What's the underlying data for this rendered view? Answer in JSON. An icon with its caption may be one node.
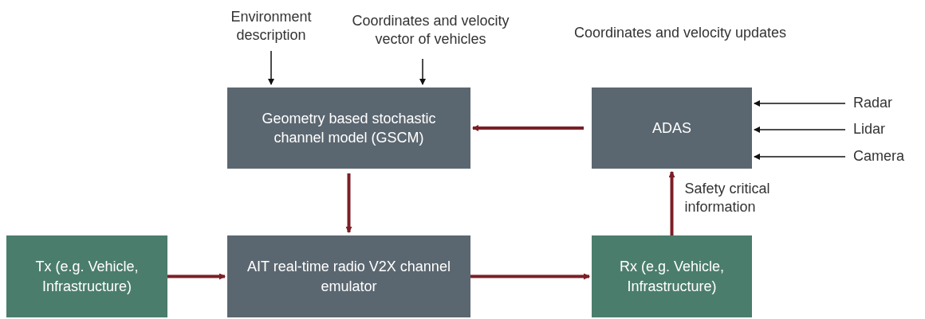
{
  "diagram": {
    "nodes": [
      {
        "text": [
          "Environment description"
        ]
      },
      {
        "text": [
          "Coordinates and velocity vector of vehicles"
        ]
      },
      {
        "text": [
          "Geometry based stochastic channel model (GSCM)"
        ]
      },
      {
        "text": [
          "ADAS"
        ]
      },
      {
        "text": [
          "Radar"
        ]
      },
      {
        "text": [
          "Lidar"
        ]
      },
      {
        "text": [
          "Camera"
        ]
      },
      {
        "text": [
          "Tx (e.g. Vehicle, Infrastructure)"
        ]
      },
      {
        "text": [
          "AIT real-time radio V2X channel emulator"
        ]
      },
      {
        "text": [
          "Rx (e.g. Vehicle, Infrastructure)"
        ]
      }
    ],
    "edges": [
      {
        "from": 0,
        "to": 2,
        "arrow": "to",
        "color": "#111111"
      },
      {
        "from": 1,
        "to": 2,
        "arrow": "to",
        "color": "#111111"
      },
      {
        "from": 3,
        "to": 2,
        "arrow": "to",
        "style": "thick",
        "color": "#7b1f26"
      },
      {
        "from": 4,
        "to": 3,
        "arrow": "to",
        "color": "#111111"
      },
      {
        "from": 5,
        "to": 3,
        "arrow": "to",
        "color": "#111111"
      },
      {
        "from": 6,
        "to": 3,
        "arrow": "to",
        "color": "#111111"
      },
      {
        "from": 2,
        "to": 8,
        "arrow": "to",
        "style": "thick",
        "color": "#7b1f26"
      },
      {
        "from": 7,
        "to": 8,
        "arrow": "to",
        "style": "thick",
        "color": "#7b1f26"
      },
      {
        "from": 8,
        "to": 9,
        "arrow": "to",
        "style": "thick",
        "color": "#7b1f26"
      },
      {
        "from": 9,
        "to": 3,
        "arrow": "to",
        "label": "Safety critical information",
        "style": "thick",
        "color": "#7b1f26"
      }
    ],
    "labels": [
      "Coordinates and velocity updates"
    ]
  }
}
